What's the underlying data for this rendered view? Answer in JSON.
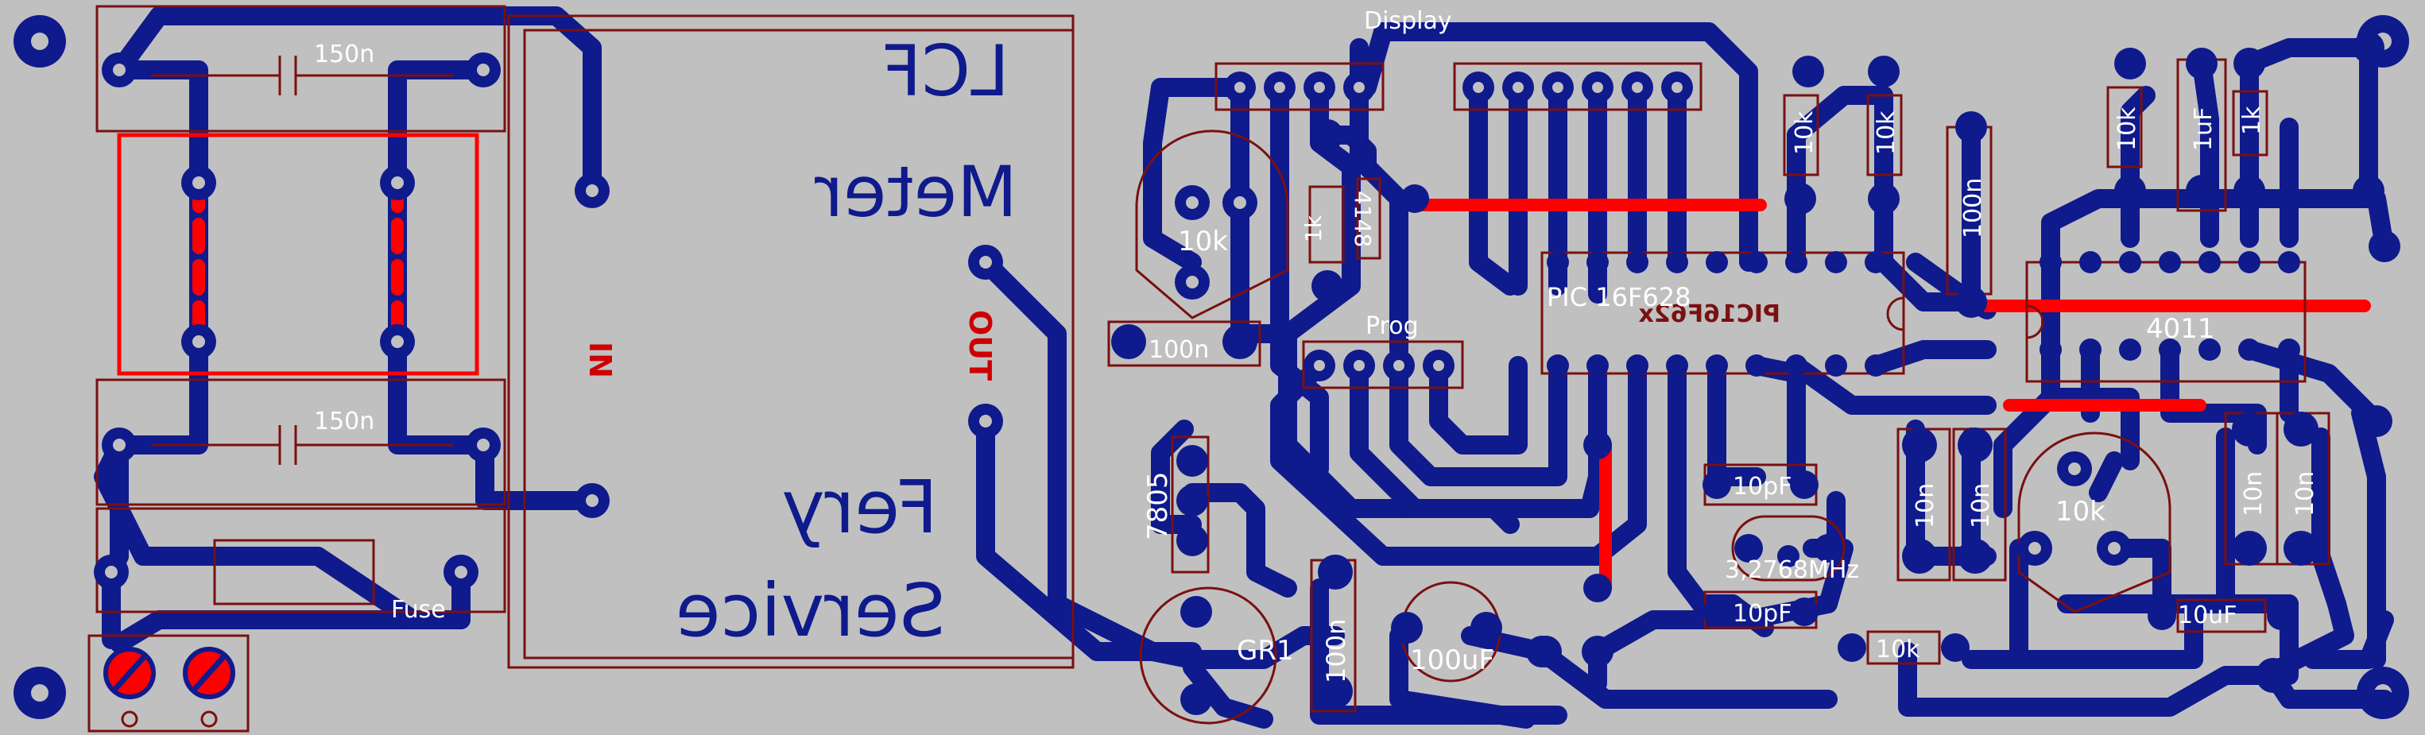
{
  "title_line1": "LCF",
  "title_line2": "Meter",
  "brand_line1": "Fery",
  "brand_line2": "Service",
  "label_in": "IN",
  "label_out": "OUT",
  "header_display": "Display",
  "header_prog": "Prog",
  "chip_pic_name": "PIC 16F628",
  "chip_pic_mirror": "PIC16F62x",
  "chip_logic_name": "4011",
  "regulator": "7805",
  "rectifier": "GR1",
  "fuse": "Fuse",
  "diode": "4148",
  "crystal": "3,2768MHz",
  "cap_150n_top": "150n",
  "cap_150n_bottom": "150n",
  "pot_10k_left": "10k",
  "pot_10k_right": "10k",
  "res_1k_prog": "1k",
  "res_10k_a": "10k",
  "res_10k_b": "10k",
  "res_10k_c": "10k",
  "res_1k_right": "1k",
  "res_10k_bottom": "10k",
  "cap_100n_a": "100n",
  "cap_100n_b": "100n",
  "cap_100n_c": "100n",
  "cap_1uF": "1uF",
  "cap_10pF_top": "10pF",
  "cap_10pF_bottom": "10pF",
  "cap_10n_a": "10n",
  "cap_10n_b": "10n",
  "cap_10n_c": "10n",
  "cap_10n_d": "10n",
  "cap_10uF": "10uF",
  "cap_100uF": "100uF",
  "colors": {
    "board": "#c0c0c0",
    "trace": "#0f1a8c",
    "silk": "#7a1010",
    "jumper": "#ff0000",
    "label": "#ffffff"
  }
}
